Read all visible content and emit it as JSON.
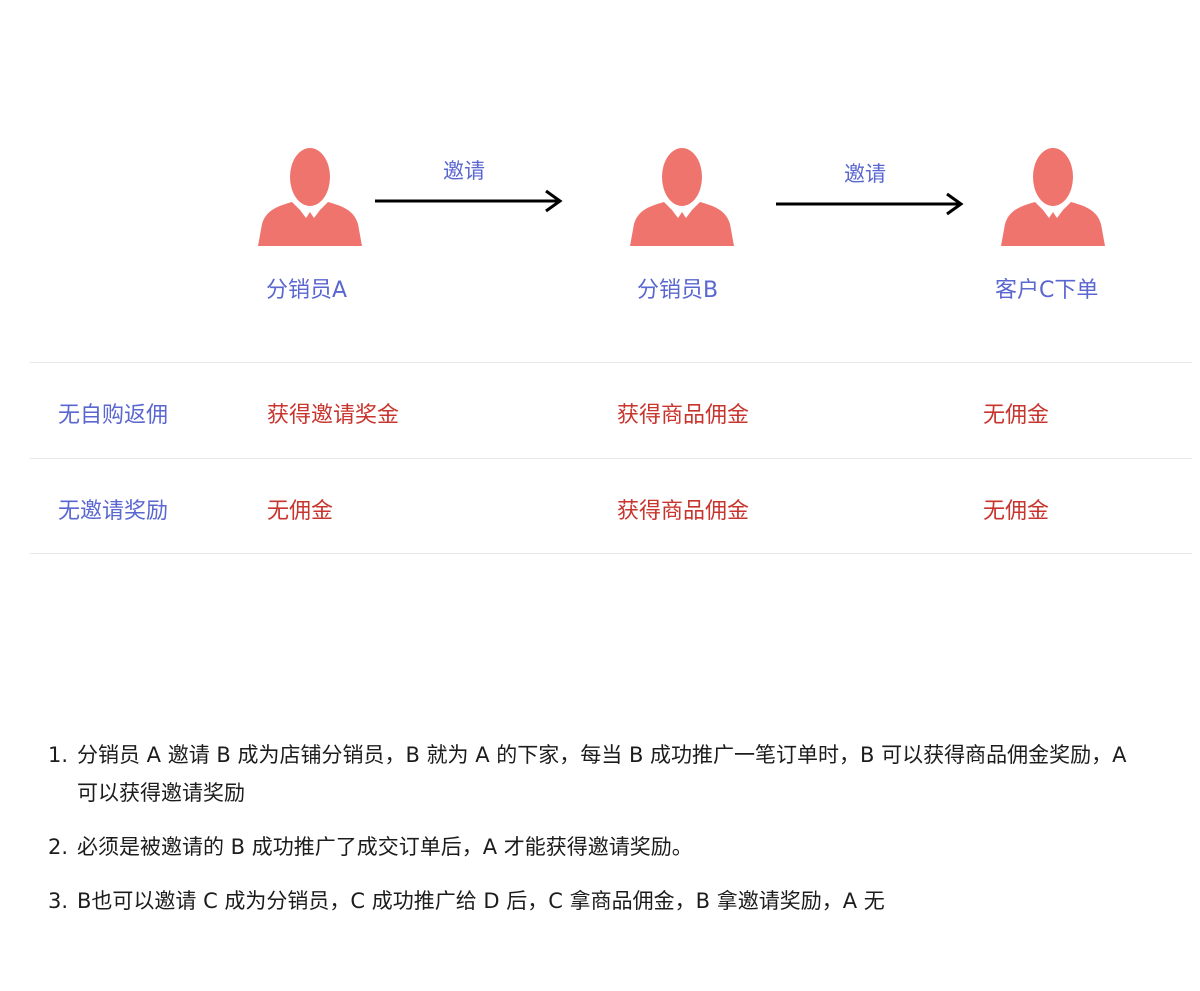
{
  "colors": {
    "person": "#f0746e",
    "label_blue": "#5a67d0",
    "value_red": "#c8352e",
    "arrow": "#000000",
    "divider": "#e8e8e8",
    "text": "#1c1c1c"
  },
  "flow": {
    "nodes": [
      {
        "icon": "person-icon",
        "label": "分销员A"
      },
      {
        "icon": "person-icon",
        "label": "分销员B"
      },
      {
        "icon": "person-icon",
        "label": "客户C下单"
      }
    ],
    "edges": [
      {
        "from": "分销员A",
        "to": "分销员B",
        "label": "邀请"
      },
      {
        "from": "分销员B",
        "to": "客户C下单",
        "label": "邀请"
      }
    ]
  },
  "table": {
    "rows": [
      {
        "label": "无自购返佣",
        "cells": [
          "获得邀请奖金",
          "获得商品佣金",
          "无佣金"
        ]
      },
      {
        "label": "无邀请奖励",
        "cells": [
          "无佣金",
          "获得商品佣金",
          "无佣金"
        ]
      }
    ]
  },
  "notes": [
    {
      "num": "1.",
      "text": "分销员 A 邀请 B 成为店铺分销员，B 就为 A 的下家，每当 B 成功推广一笔订单时，B 可以获得商品佣金奖励，A可以获得邀请奖励"
    },
    {
      "num": "2.",
      "text": "必须是被邀请的 B 成功推广了成交订单后，A 才能获得邀请奖励。"
    },
    {
      "num": "3.",
      "text": "B也可以邀请 C 成为分销员，C 成功推广给 D 后，C 拿商品佣金，B 拿邀请奖励，A 无"
    }
  ]
}
